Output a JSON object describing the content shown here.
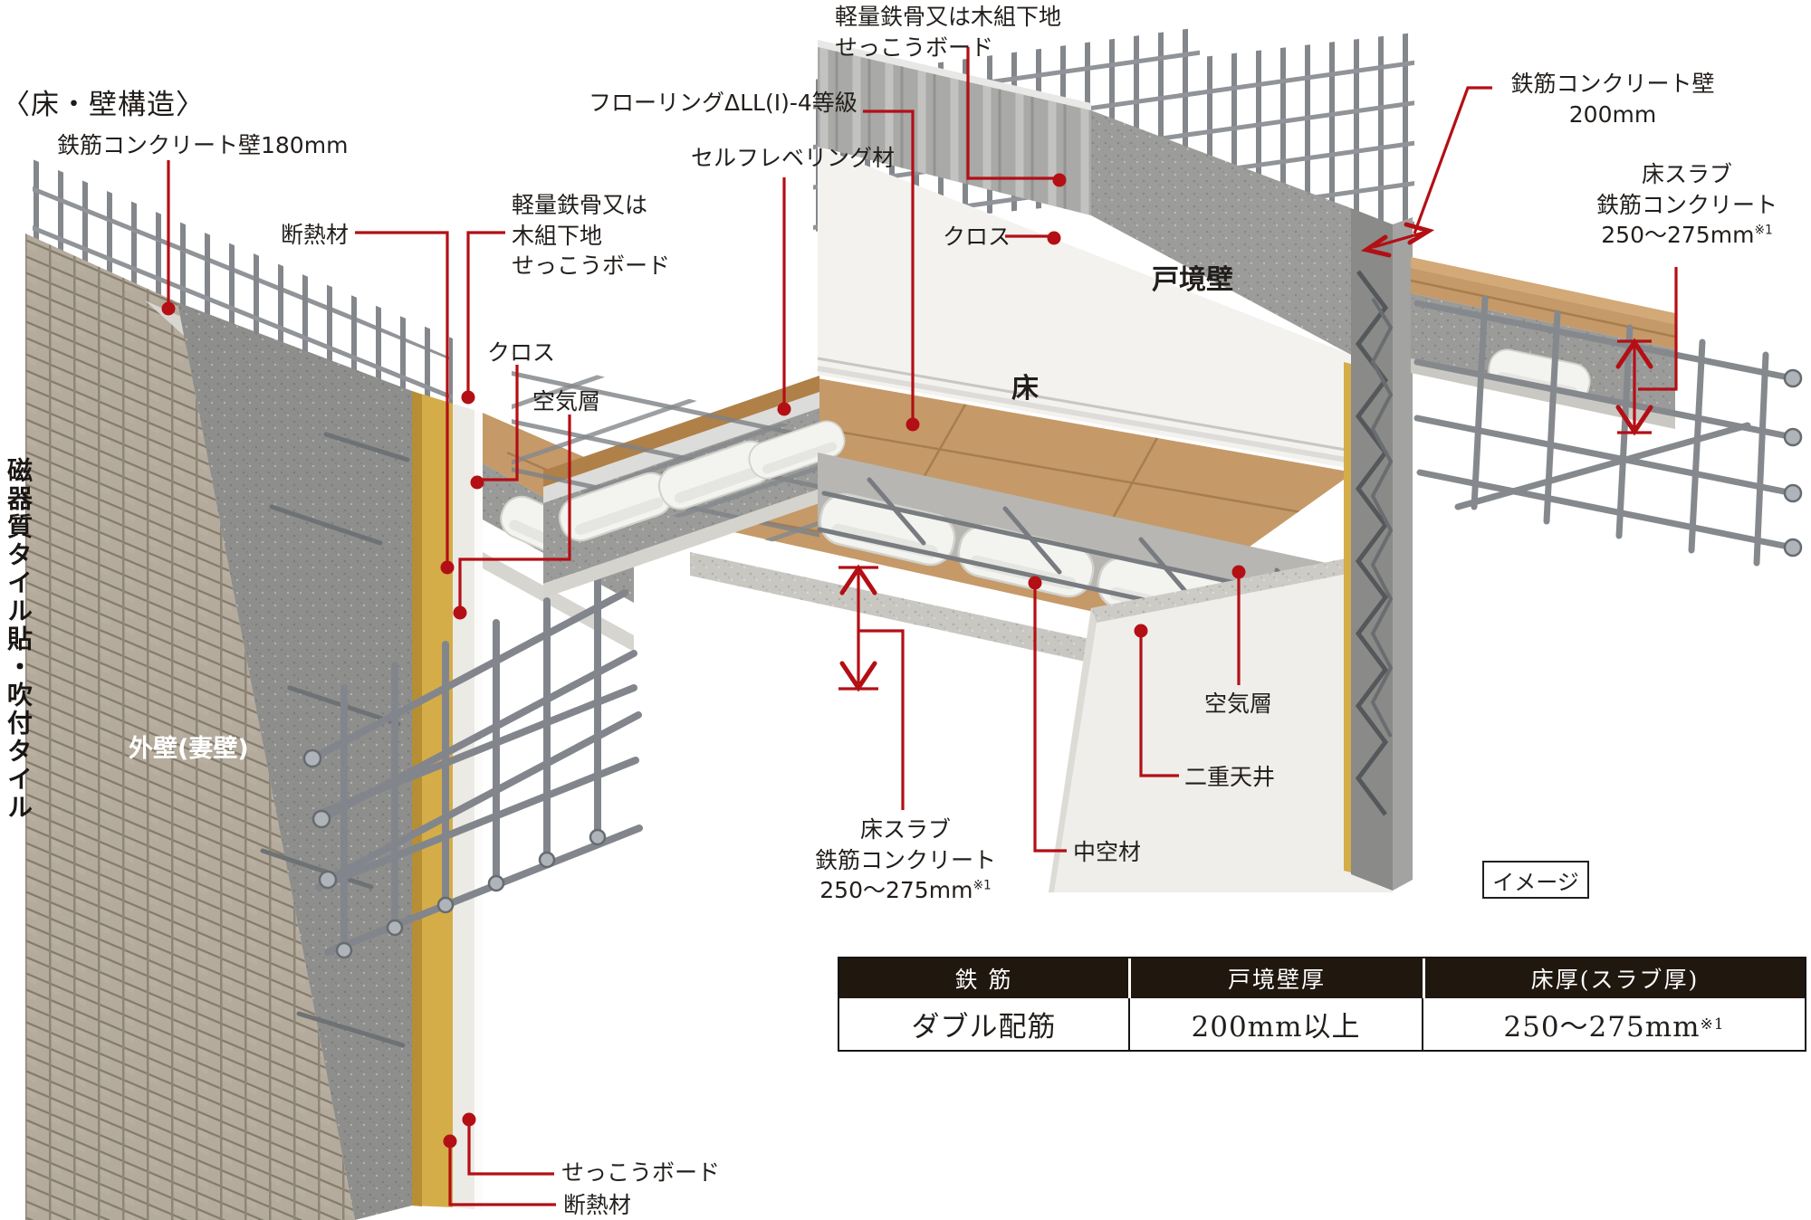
{
  "title": "〈床・壁構造〉",
  "colors": {
    "leader_red": "#b30f15",
    "tile": "#b4ab9c",
    "wood": "#c59a68",
    "insulation_yellow": "#d4ad49",
    "concrete": "#9b9b99",
    "table_header_bg": "#20170f"
  },
  "labels": {
    "rc_wall_180": "鉄筋コンクリート壁180mm",
    "insulation_top": "断熱材",
    "lgs_left_1": "軽量鉄骨又は",
    "lgs_left_2": "木組下地",
    "lgs_left_3": "せっこうボード",
    "cross_left": "クロス",
    "air_layer_left": "空気層",
    "outer_wall": "外壁(妻壁)",
    "tile_vertical": "磁器質タイル貼・吹付タイル",
    "gypsum_bottom": "せっこうボード",
    "insulation_bottom": "断熱材",
    "lgs_top_1": "軽量鉄骨又は木組下地",
    "lgs_top_2": "せっこうボード",
    "flooring": "フローリングΔLL(I)-4等級",
    "self_leveling": "セルフレベリング材",
    "cross_right": "クロス",
    "party_wall": "戸境壁",
    "floor": "床",
    "rc_wall_200_1": "鉄筋コンクリート壁",
    "rc_wall_200_2": "200mm",
    "slab_right_1": "床スラブ",
    "slab_right_2": "鉄筋コンクリート",
    "slab_right_3": "250〜275mm",
    "slab_right_sup": "※1",
    "air_layer_right": "空気層",
    "double_ceiling": "二重天井",
    "hollow_material": "中空材",
    "slab_bottom_1": "床スラブ",
    "slab_bottom_2": "鉄筋コンクリート",
    "slab_bottom_3": "250〜275mm",
    "slab_bottom_sup": "※1",
    "image_tag": "イメージ"
  },
  "table": {
    "headers": [
      "鉄 筋",
      "戸境壁厚",
      "床厚(スラブ厚)"
    ],
    "row": [
      "ダブル配筋",
      "200mm以上",
      "250〜275mm"
    ],
    "row3_sup": "※1"
  }
}
